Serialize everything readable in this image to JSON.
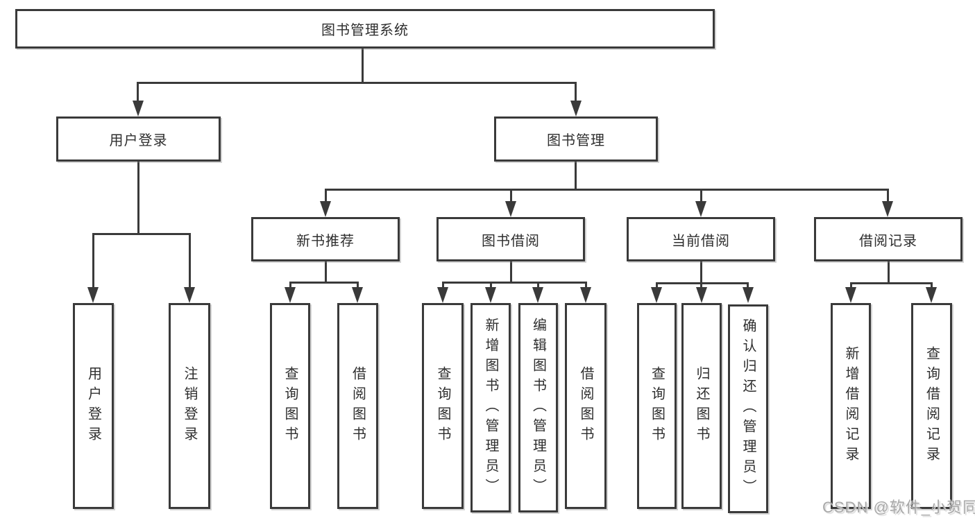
{
  "tree": {
    "label": "图书管理系统",
    "children": [
      {
        "label": "用户登录",
        "children": [
          {
            "label": "用户登录"
          },
          {
            "label": "注销登录"
          }
        ]
      },
      {
        "label": "图书管理",
        "children": [
          {
            "label": "新书推荐",
            "children": [
              {
                "label": "查询图书"
              },
              {
                "label": "借阅图书"
              }
            ]
          },
          {
            "label": "图书借阅",
            "children": [
              {
                "label": "查询图书"
              },
              {
                "label": "新增图书（管理员）"
              },
              {
                "label": "编辑图书（管理员）"
              },
              {
                "label": "借阅图书"
              }
            ]
          },
          {
            "label": "当前借阅",
            "children": [
              {
                "label": "查询图书"
              },
              {
                "label": "归还图书"
              },
              {
                "label": "确认归还（管理员）"
              }
            ]
          },
          {
            "label": "借阅记录",
            "children": [
              {
                "label": "新增借阅记录"
              },
              {
                "label": "查询借阅记录"
              }
            ]
          }
        ]
      }
    ]
  },
  "watermark": {
    "text": "CSDN @软件_小贺同学"
  },
  "colors": {
    "line": "#3a3a3a",
    "text": "#2e2e2e",
    "box_fill": "#ffffff",
    "background": "#ffffff",
    "watermark": "#a9a9a9"
  }
}
